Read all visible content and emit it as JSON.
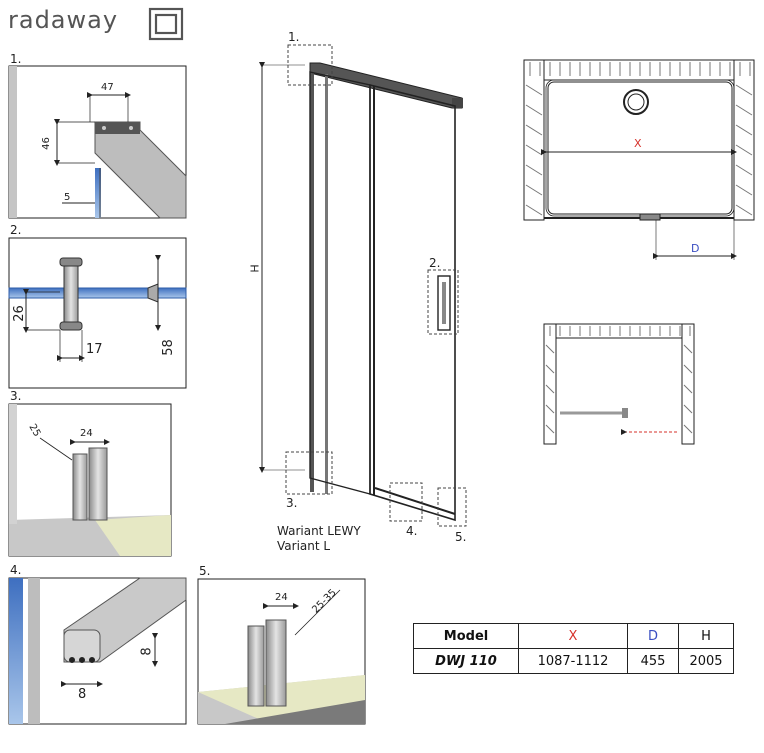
{
  "logo": "radaway",
  "colors": {
    "glass": "#6c9bd6",
    "floor": "#e6e8c4",
    "tile": "#c6c6c6",
    "red": "#d6322b",
    "blue": "#3a4ec2"
  },
  "details": {
    "d1": {
      "label": "1.",
      "width": "47",
      "height": "46",
      "gap": "5"
    },
    "d2": {
      "label": "2.",
      "a": "26",
      "b": "17",
      "c": "58"
    },
    "d3": {
      "label": "3.",
      "a": "25",
      "b": "24"
    },
    "d4": {
      "label": "4.",
      "a": "8",
      "b": "8"
    },
    "d5": {
      "label": "5.",
      "a": "24",
      "b": "25-35"
    }
  },
  "main": {
    "callouts": [
      "1.",
      "2.",
      "3.",
      "4.",
      "5."
    ],
    "height_label": "H",
    "variant_line1": "Wariant LEWY",
    "variant_line2": "Variant L"
  },
  "plan": {
    "x_label": "X",
    "d_label": "D"
  },
  "table": {
    "headers": [
      "Model",
      "X",
      "D",
      "H"
    ],
    "row": [
      "DWJ 110",
      "1087-1112",
      "455",
      "2005"
    ]
  }
}
